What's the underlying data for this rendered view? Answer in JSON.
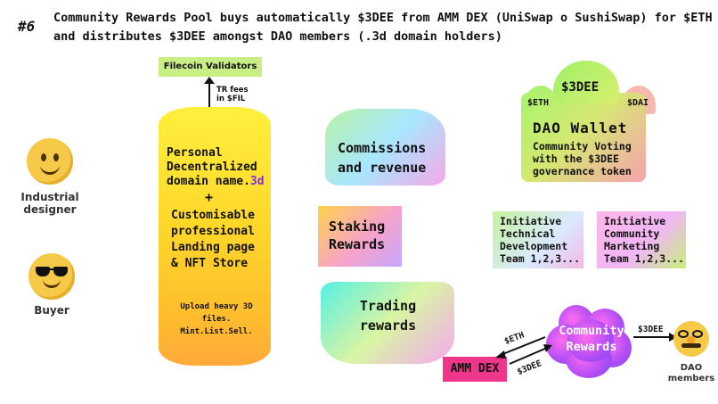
{
  "header": {
    "number": "#6",
    "title": "Community Rewards Pool buys automatically $3DEE from AMM DEX (UniSwap o SushiSwap) for $ETH and distributes $3DEE amongst DAO members (.3d domain holders)"
  },
  "personas": [
    {
      "label_line1": "Industrial",
      "label_line2": "designer",
      "icon": "smiley-face-icon"
    },
    {
      "label_line1": "Buyer",
      "icon": "sunglasses-face-icon"
    }
  ],
  "filecoin": {
    "label": "Filecoin Validators",
    "fee_line1": "TR fees",
    "fee_line2": "in $FIL"
  },
  "domain_card": {
    "line1": "Personal",
    "line2": "Decentralized",
    "line3_prefix": "domain name.",
    "line3_highlight": "3d",
    "plus": "+",
    "custom_lines": [
      "Customisable",
      "professional",
      "Landing page",
      "& NFT Store"
    ],
    "upload_line1": "Upload heavy 3D files.",
    "upload_line2": "Mint.List.Sell."
  },
  "revenue_sources": {
    "commissions_line1": "Commissions",
    "commissions_line2": "and revenue",
    "staking_line1": "Staking",
    "staking_line2": "Rewards",
    "trading_line1": "Trading",
    "trading_line2": "rewards"
  },
  "dao_wallet": {
    "token_center": "$3DEE",
    "token_left": "$ETH",
    "token_right": "$DAI",
    "title": "DAO Wallet",
    "sub_line1": "Community Voting",
    "sub_line2": "with the $3DEE",
    "sub_line3": "governance token"
  },
  "teams": [
    {
      "lines": [
        "Initiative",
        "Technical",
        "Development",
        "Team 1,2,3..."
      ]
    },
    {
      "lines": [
        "Initiative",
        "Community",
        "Marketing",
        "Team 1,2,3..."
      ]
    }
  ],
  "flow": {
    "community_line1": "Community",
    "community_line2": "Rewards",
    "amm_dex": "AMM DEX",
    "eth_label": "$ETH",
    "dee_label_to_amm": "$3DEE",
    "dee_label_to_dao": "$3DEE",
    "dao_line1": "DAO",
    "dao_line2": "members"
  },
  "colors": {
    "accent_purple": "#7b2fd6",
    "amm_pink": "#f0368a",
    "filecoin_green": "#c9ee86",
    "domain_yellow": "#ffd82a"
  }
}
